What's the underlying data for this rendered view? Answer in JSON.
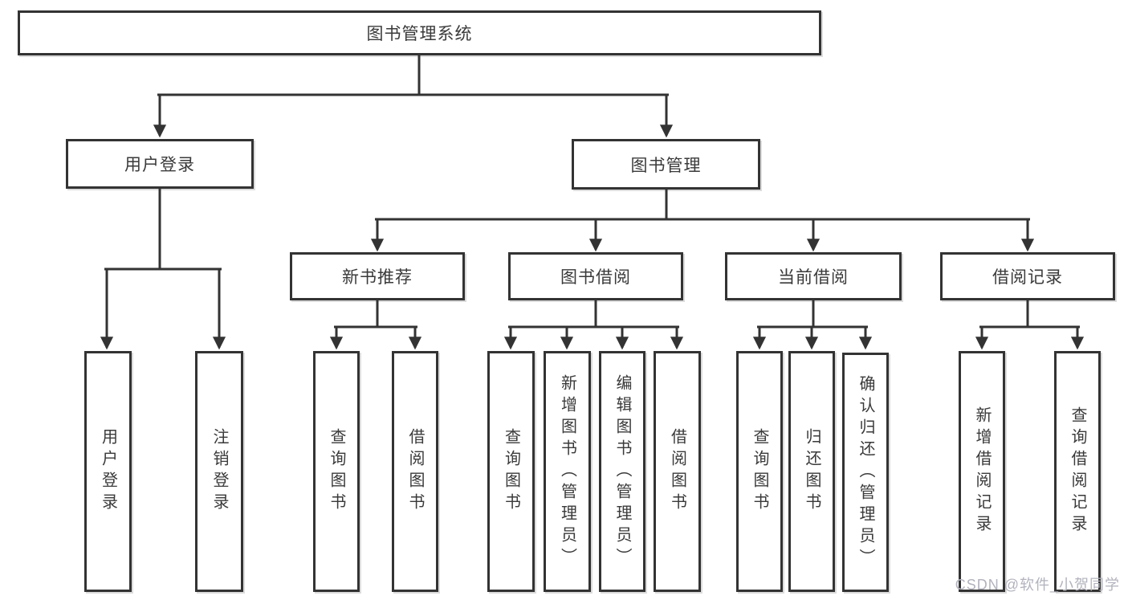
{
  "diagram": {
    "title_node": "图书管理系统",
    "level1": [
      "用户登录",
      "图书管理"
    ],
    "level2": [
      "新书推荐",
      "图书借阅",
      "当前借阅",
      "借阅记录"
    ],
    "login_children": [
      "用户登录",
      "注销登录"
    ],
    "recommend_children": [
      "查询图书",
      "借阅图书"
    ],
    "borrow_children": [
      "查询图书",
      "新增图书（管理员）",
      "编辑图书（管理员）",
      "借阅图书"
    ],
    "current_children": [
      "查询图书",
      "归还图书",
      "确认归还（管理员）"
    ],
    "records_children": [
      "新增借阅记录",
      "查询借阅记录"
    ]
  },
  "colors": {
    "line": "#333333",
    "box_border": "#333333",
    "text": "#3a3a3a",
    "background": "#ffffff",
    "watermark": "#b2b3bd"
  },
  "watermark": {
    "text": "CSDN @软件_小贺同学"
  }
}
